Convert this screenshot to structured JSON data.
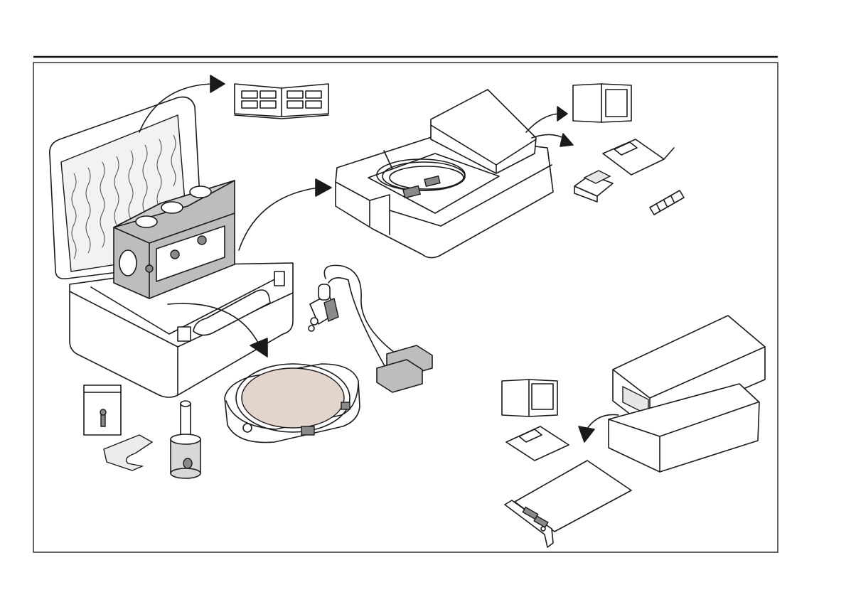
{
  "figure": {
    "items": [
      "carrying-case",
      "pedal-switch-unit",
      "measuring-plate",
      "accessory-box"
    ]
  }
}
